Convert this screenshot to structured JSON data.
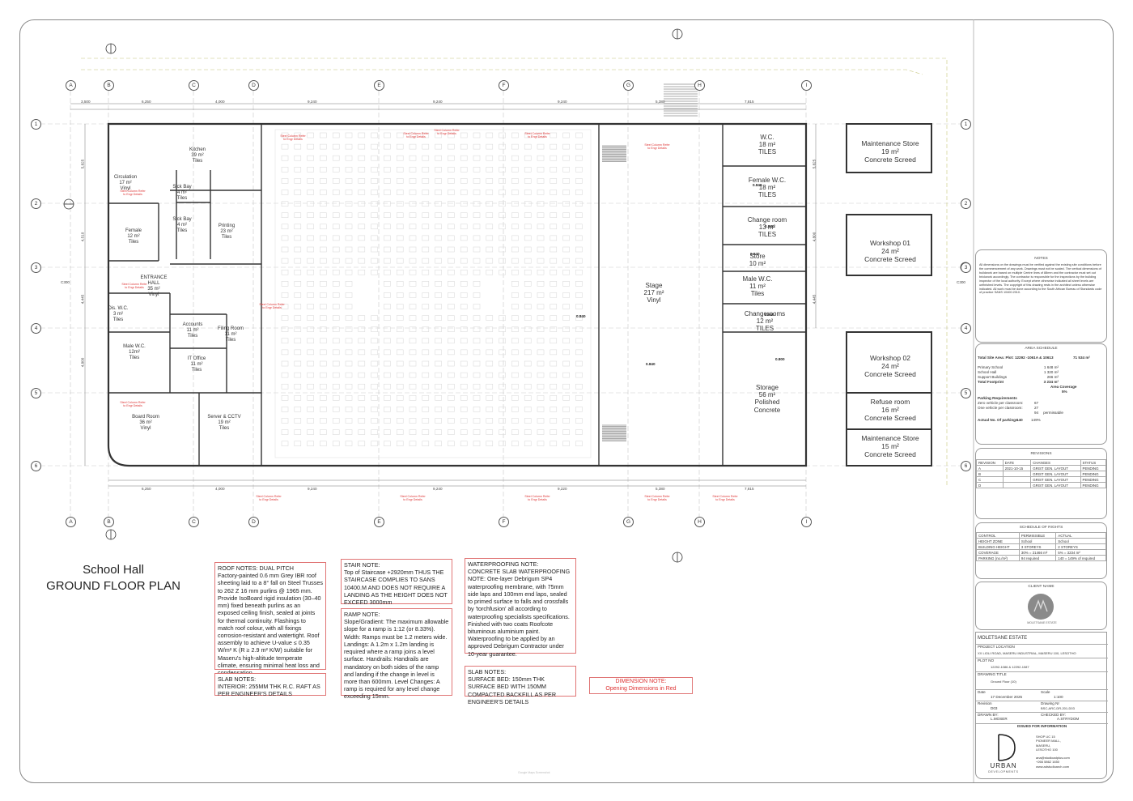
{
  "title": {
    "line1": "School Hall",
    "line2": "GROUND FLOOR PLAN"
  },
  "grid": {
    "columns": [
      "A",
      "B",
      "C",
      "D",
      "E",
      "F",
      "G",
      "H",
      "I"
    ],
    "rows": [
      "1",
      "2",
      "3",
      "4",
      "5",
      "6"
    ],
    "top_dims": [
      "3,500",
      "6,250",
      "4,000",
      "9,240",
      "9,240",
      "9,240",
      "5,380",
      "7,815"
    ],
    "bottom_dims": [
      "6,250",
      "4,000",
      "9,240",
      "9,240",
      "9,220",
      "5,380",
      "7,815"
    ],
    "left_dims": [
      "5,825",
      "4,510",
      "4,445",
      "4,800"
    ],
    "right_dims": [
      "5,825",
      "4,800",
      "4,445"
    ],
    "section_marks": [
      "C300",
      "C300"
    ]
  },
  "rooms": [
    {
      "name": "Kitchen",
      "area": "39 m²",
      "finish": "Tiles"
    },
    {
      "name": "Circulation",
      "area": "17 m²",
      "finish": "Vinyl"
    },
    {
      "name": "Sick Bay",
      "area": "4 m²",
      "finish": "Tiles"
    },
    {
      "name": "Sick Bay",
      "area": "4 m²",
      "finish": "Tiles"
    },
    {
      "name": "Female",
      "area": "12 m²",
      "finish": "Tiles"
    },
    {
      "name": "Printing",
      "area": "23 m²",
      "finish": "Tiles"
    },
    {
      "name": "ENTRANCE HALL",
      "area": "35 m²",
      "finish": "Vinyl"
    },
    {
      "name": "Dis. W.C.",
      "area": "3 m²",
      "finish": "Tiles"
    },
    {
      "name": "Accounts",
      "area": "11 m²",
      "finish": "Tiles"
    },
    {
      "name": "Filing Room",
      "area": "11 m²",
      "finish": "Tiles"
    },
    {
      "name": "Male W.C.",
      "area": "12m²",
      "finish": "Tiles"
    },
    {
      "name": "IT Office",
      "area": "11 m²",
      "finish": "Tiles"
    },
    {
      "name": "Board Room",
      "area": "36 m²",
      "finish": "Vinyl"
    },
    {
      "name": "Server & CCTV",
      "area": "19 m²",
      "finish": "Tiles"
    },
    {
      "name": "Stage",
      "area": "217 m²",
      "finish": "Vinyl"
    },
    {
      "name": "W.C.",
      "area": "18 m²",
      "finish": "TILES"
    },
    {
      "name": "Female W.C.",
      "area": "18 m²",
      "finish": "TILES"
    },
    {
      "name": "Change room",
      "area": "13 m²",
      "finish": "TILES"
    },
    {
      "name": "Store",
      "area": "10 m²",
      "finish": ""
    },
    {
      "name": "Male W.C.",
      "area": "11 m²",
      "finish": "Tiles"
    },
    {
      "name": "Changerooms",
      "area": "12 m²",
      "finish": "TILES"
    },
    {
      "name": "Storage",
      "area": "56 m²",
      "finish": "Polished Concrete"
    },
    {
      "name": "Maintenance Store",
      "area": "19 m²",
      "finish": "Concrete Screed"
    },
    {
      "name": "Workshop 01",
      "area": "24 m²",
      "finish": "Concrete Screed"
    },
    {
      "name": "Workshop 02",
      "area": "24 m²",
      "finish": "Concrete Screed"
    },
    {
      "name": "Refuse room",
      "area": "16 m²",
      "finish": "Concrete Screed"
    },
    {
      "name": "Maintenance Store",
      "area": "15 m²",
      "finish": "Concrete Screed"
    }
  ],
  "levels": [
    "0.840",
    "0.840",
    "0.840",
    "0.840",
    "0.840",
    "0.840",
    "0.800"
  ],
  "steel_column_note": "Steel Column Refer to Engr Details",
  "notes": {
    "roof": {
      "title": "ROOF NOTES: DUAL PITCH",
      "body": " Factory-painted 0.6 mm Grey IBR roof sheeting laid to a 8° fall on Steel Trusses to 262 Z 16 mm purlins @ 1965 mm. Provide IsoBoard rigid insulation (30–40 mm) fixed beneath purlins as an exposed ceiling finish, sealed at joints for thermal continuity. Flashings to match roof colour, with all fixings corrosion-resistant and watertight. Roof assembly to achieve U-value ≤ 0.35 W/m² K (R ≥ 2.9 m² K/W) suitable for Maseru's high-altitude temperate climate, ensuring minimal heat loss and condensation"
    },
    "slab_left": {
      "title": "SLAB NOTES:",
      "body": "INTERIOR: 255MM THK R.C. RAFT AS PER ENGINEER'S DETAILS"
    },
    "stair": {
      "title": "STAIR NOTE:",
      "body": "Top of Staircase +2920mm THUS THE STAIRCASE COMPLIES TO SANS 10400.M AND DOES NOT REQUIRE A LANDING AS THE HEIGHT DOES NOT EXCEED 3000mm"
    },
    "ramp": {
      "title": "RAMP NOTE:",
      "body": "Slope/Gradient: The maximum allowable slope for a ramp is 1:12 (or 8.33%). Width: Ramps must be 1.2 meters wide. Landings: A 1.2m x 1.2m landing is required where a ramp joins a level surface. Handrails: Handrails are mandatory on both sides of the ramp and landing if the change in level is more than 600mm. Level Changes: A ramp is required for any level change exceeding 15mm."
    },
    "waterproofing": {
      "title": "WATERPROOFING NOTE:",
      "line2": "CONCRETE SLAB WATERPROOFING",
      "body": "NOTE:  One-layer Debrigum SP4 waterproofing membrane, with 75mm side laps and 100mm end laps, sealed to primed surface to falls and crossfalls by 'torchfusion' all according to waterproofing specialists specifications. Finished with two coats Roofcote bituminous aluminium paint. Waterproofing to be applied by an approved Debrigum Contractor under 10-year guarantee."
    },
    "slab_right": {
      "title": "SLAB NOTES:",
      "body": "SURFACE BED: 150mm THK SURFACE BED WITH 150MM COMPACTED BACKFILL AS PER ENGINEER'S DETAILS"
    },
    "dimension": {
      "title": "DIMENSION NOTE:",
      "body": "Opening Dimensions in Red"
    }
  },
  "panel": {
    "notes_title": "NOTES",
    "notes_body": "All dimensions on the drawings must be verified against the existing site conditions before the commencement of any work. Drawings must not be scaled. The vertical dimensions of buildwork are based on multiple Centre lines of 88mm and the contractor must set out brickwork accordingly. The contractor is responsible for the inspections by the building inspector of the local authority. Except where otherwise indicated all sheet levels are unfinished levels. The copyright of this drawing rests in the architect unless otherwise indicated. All work must be done according to the South African Bureau of Standards code of practice SANS 10400:2010.",
    "area_schedule": {
      "title": "AREA SCHEDULE",
      "total_site_label": "Total Site Area: Plot: 12292 -1061A & 10613",
      "total_site_value": "71 534 m²",
      "rows": [
        [
          "Primary School",
          "1 648 m²"
        ],
        [
          "School Hall",
          "1 320 m²"
        ],
        [
          "Support Buildings",
          "266 m²"
        ],
        [
          "Total Footprint",
          "3 234 m²"
        ]
      ],
      "coverage_label": "Area Coverage",
      "coverage_value": "5%",
      "parking_title": "Parking Requirements",
      "parking_rows": [
        [
          "Zero vehicle per classroom:",
          "67"
        ],
        [
          "One vehicle per classroom:",
          "27"
        ],
        [
          "",
          "94",
          "permissable"
        ]
      ],
      "actual_label": "Actual No. Of parkings",
      "actual_value": "140",
      "actual_pct": "149%"
    },
    "revisions": {
      "title": "REVISIONS",
      "headers": [
        "REVISION",
        "DATE",
        "CHANGES",
        "STATUS"
      ],
      "rows": [
        [
          "A",
          "2021-10-15",
          "GRIST GEN. LAYOUT",
          "PENDING"
        ],
        [
          "B",
          "",
          "GRIST GEN. LAYOUT",
          "PENDING"
        ],
        [
          "C",
          "",
          "GRIST GEN. LAYOUT",
          "PENDING"
        ],
        [
          "D",
          "",
          "GRIST GEN. LAYOUT",
          "PENDING"
        ]
      ]
    },
    "rights": {
      "title": "SCHEDULE OF RIGHTS",
      "headers": [
        "CONTROL",
        "PERMISSIBLE",
        "ACTUAL"
      ],
      "rows": [
        [
          "HEIGHT ZONE",
          "School",
          "School"
        ],
        [
          "BUILDING HEIGHT",
          "3 STOREYS",
          "2 STOREYS"
        ],
        [
          "COVERAGE",
          "30% = 21466 m²",
          "5% = 3234 m²"
        ],
        [
          "PARKING (no./m²)",
          "94 required",
          "140 = 149% of required"
        ]
      ]
    },
    "client_name_title": "CLIENT NAME",
    "client_logo_text": "MOLETSANE ESTATE",
    "project_name": "MOLETSANE ESTATE",
    "project_location_label": "PROJECT LOCATION",
    "project_location": "XX LIOLI ROAD, MASERU INDUSTRIAL, MASERU 100, LESOTHO",
    "plot_no_label": "PLOT NO",
    "plot_no": "12292-1086 & 12292-1087",
    "drawing_title_label": "DRAWING TITLE",
    "drawing_title": "Ground Floor (10)",
    "date_label": "Date",
    "date": "17 December 2025",
    "scale_label": "Scale",
    "scale": "1:100",
    "revision_label": "Revision",
    "revision": "D03",
    "drawing_no_label": "Drawing Nr",
    "drawing_no": "BSC-ARC-DR-201-D03",
    "drawn_by_label": "DRAWN BY:",
    "drawn_by": "L.MOSER",
    "checked_by_label": "CHECKED BY:",
    "checked_by": "A.STRYDOM",
    "issued_for": "ISSUED FOR INFORMATION",
    "company_logo": "URBAN",
    "company_sub": "DEVELOPMENTS",
    "address": [
      "SHOP UC 15",
      "PIONEER MALL,",
      "MASERU,",
      "LESOTHO 100"
    ],
    "contact": [
      "ana@studioadplus.com",
      "+266 5862 1650",
      "www.adstudioarch.com"
    ]
  },
  "footer_faint": "Google Maps Screenshot"
}
